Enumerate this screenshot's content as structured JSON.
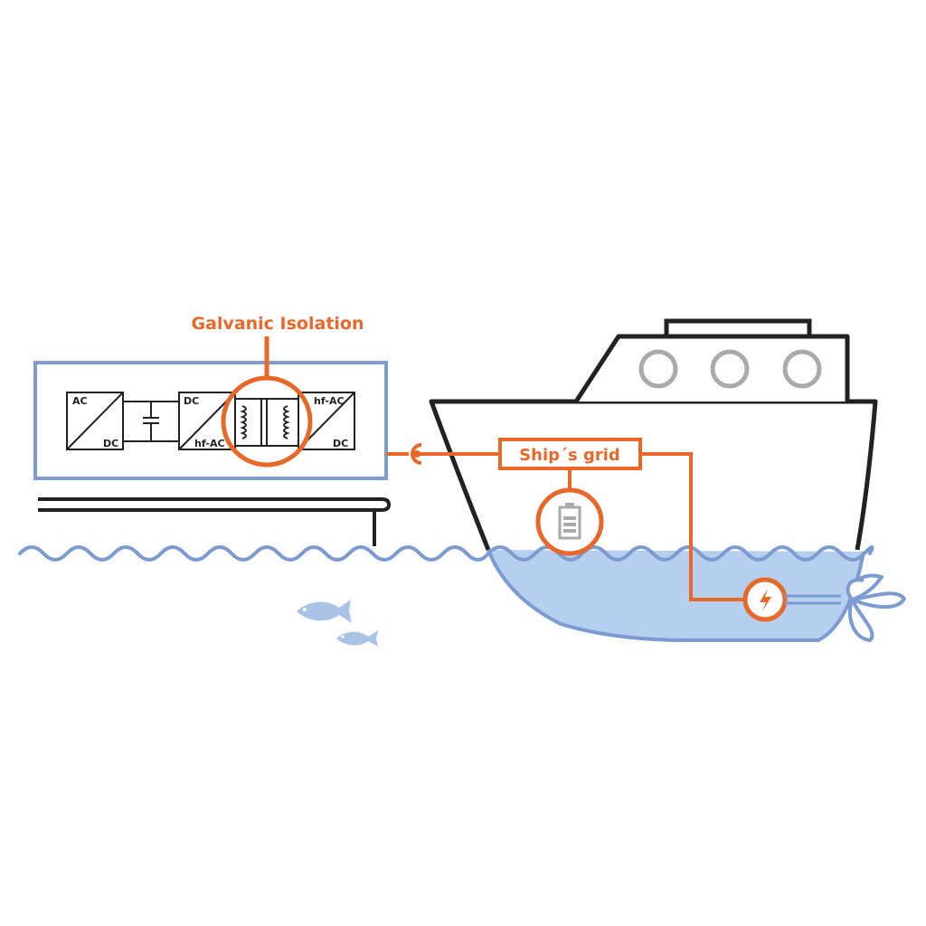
{
  "labels": {
    "galvanic_isolation": "Galvanic Isolation",
    "ships_grid": "Ship´s grid"
  },
  "converter_blocks": {
    "block1": {
      "top_left": "AC",
      "bottom_right": "DC"
    },
    "block2": {
      "top_left": "DC",
      "bottom_right": "hf-AC"
    },
    "block3": {
      "top_right": "hf-AC",
      "bottom_right": "DC"
    }
  },
  "colors": {
    "orange": "#e8682a",
    "blue": "#7b9bd1",
    "water": "#b7cfee",
    "dark": "#222222",
    "porthole": "#aaaaaa",
    "fish": "#a9c3e6"
  },
  "icons": [
    "socket-icon",
    "battery-icon",
    "lightning-icon",
    "propeller-icon",
    "fish-icon"
  ]
}
